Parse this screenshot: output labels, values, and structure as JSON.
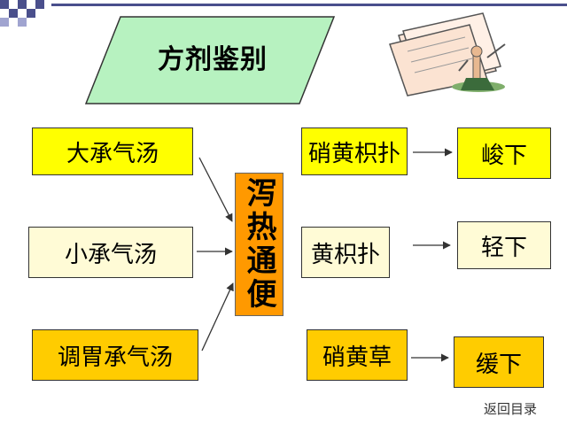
{
  "title": "方剂鉴别",
  "left_boxes": [
    "大承气汤",
    "小承气汤",
    "调胃承气汤"
  ],
  "center_label": "泻热通便",
  "middle_boxes": [
    "硝黄枳扑",
    "黄枳扑",
    "硝黄草"
  ],
  "right_boxes": [
    "峻下",
    "轻下",
    "缓下"
  ],
  "return_link": "返回目录",
  "icons": {
    "decoration": "papers-with-figure-icon",
    "corner": "checker-pattern-icon"
  },
  "colors": {
    "title_fill": "#b7f2c0",
    "yellow": "#ffff00",
    "cream": "#fffbd6",
    "orange": "#ffcc00",
    "center": "#ff9900",
    "accent": "#4a4f8c"
  }
}
